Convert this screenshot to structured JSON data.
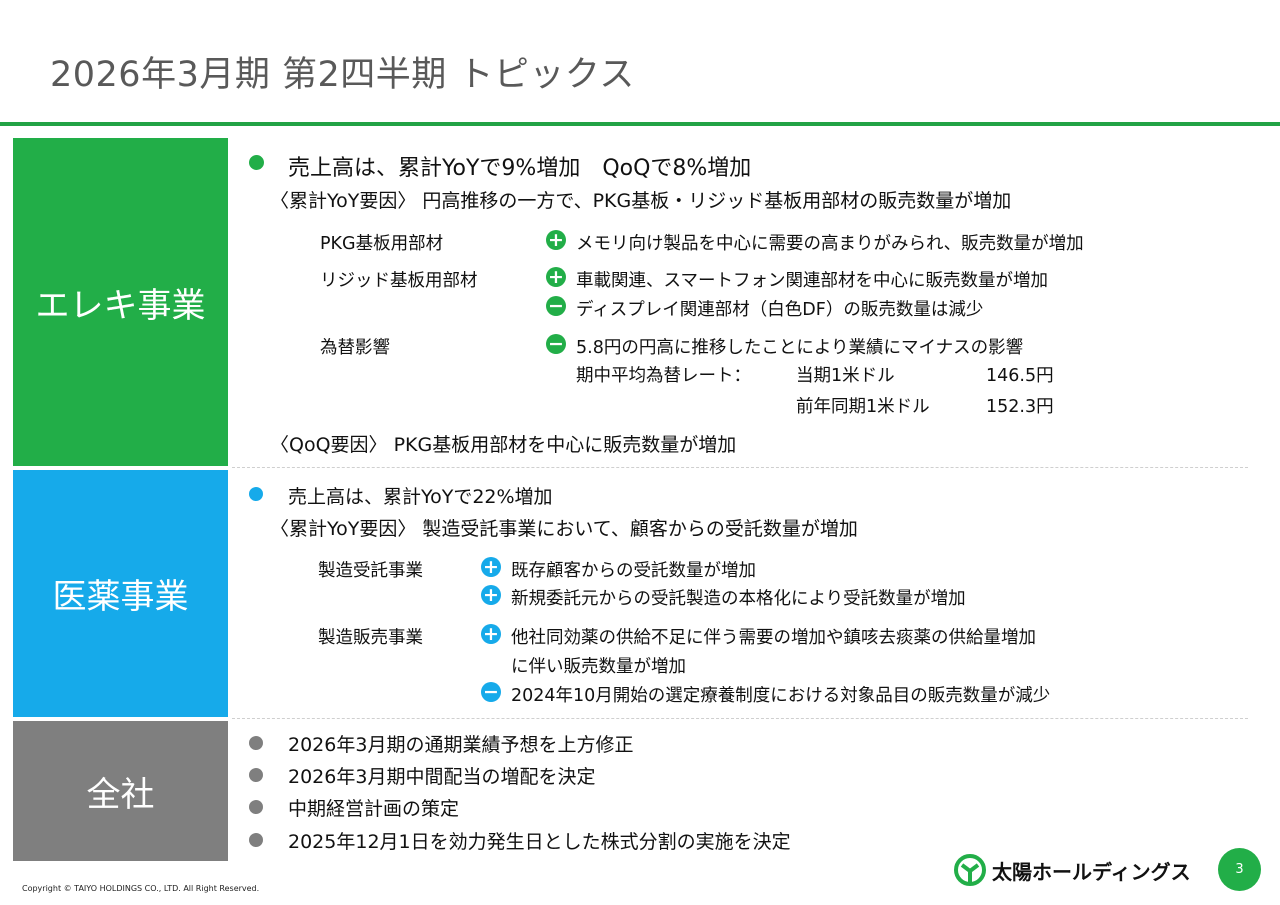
{
  "title": "2026年3月期 第2四半期 トピックス",
  "colors": {
    "elec": "#22ae48",
    "med": "#16aaea",
    "corp": "#7f7f7f",
    "rule": "#22a345"
  },
  "electronics": {
    "label": "エレキ事業",
    "headline": "売上高は、累計YoYで9%増加　QoQで8%増加",
    "yoy_factor": "〈累計YoY要因〉 円高推移の一方で、PKG基板・リジッド基板用部材の販売数量が増加",
    "items": [
      {
        "name": "PKG基板用部材",
        "points": [
          {
            "sign": "+",
            "text": "メモリ向け製品を中心に需要の高まりがみられ、販売数量が増加"
          }
        ]
      },
      {
        "name": "リジッド基板用部材",
        "points": [
          {
            "sign": "+",
            "text": "車載関連、スマートフォン関連部材を中心に販売数量が増加"
          },
          {
            "sign": "−",
            "text": "ディスプレイ関連部材（白色DF）の販売数量は減少"
          }
        ]
      },
      {
        "name": "為替影響",
        "points": [
          {
            "sign": "−",
            "text": "5.8円の円高に推移したことにより業績にマイナスの影響"
          }
        ]
      }
    ],
    "fx": {
      "label": "期中平均為替レート：",
      "current_label": "当期1米ドル",
      "current_value": "146.5円",
      "prior_label": "前年同期1米ドル",
      "prior_value": "152.3円"
    },
    "qoq_factor": "〈QoQ要因〉 PKG基板用部材を中心に販売数量が増加"
  },
  "medical": {
    "label": "医薬事業",
    "headline": "売上高は、累計YoYで22%増加",
    "yoy_factor": "〈累計YoY要因〉 製造受託事業において、顧客からの受託数量が増加",
    "items": [
      {
        "name": "製造受託事業",
        "points": [
          {
            "sign": "+",
            "text": "既存顧客からの受託数量が増加"
          },
          {
            "sign": "+",
            "text": "新規委託元からの受託製造の本格化により受託数量が増加"
          }
        ]
      },
      {
        "name": "製造販売事業",
        "points": [
          {
            "sign": "+",
            "text": "他社同効薬の供給不足に伴う需要の増加や鎮咳去痰薬の供給量増加",
            "cont": "に伴い販売数量が増加"
          },
          {
            "sign": "−",
            "text": "2024年10月開始の選定療養制度における対象品目の販売数量が減少"
          }
        ]
      }
    ]
  },
  "corporate": {
    "label": "全社",
    "items": [
      "2026年3月期の通期業績予想を上方修正",
      "2026年3月期中間配当の増配を決定",
      "中期経営計画の策定",
      "2025年12月1日を効力発生日とした株式分割の実施を決定"
    ]
  },
  "footer": {
    "copyright": "Copyright © TAIYO HOLDINGS CO., LTD.  All Right Reserved.",
    "company": "太陽ホールディングス",
    "page": "3"
  }
}
